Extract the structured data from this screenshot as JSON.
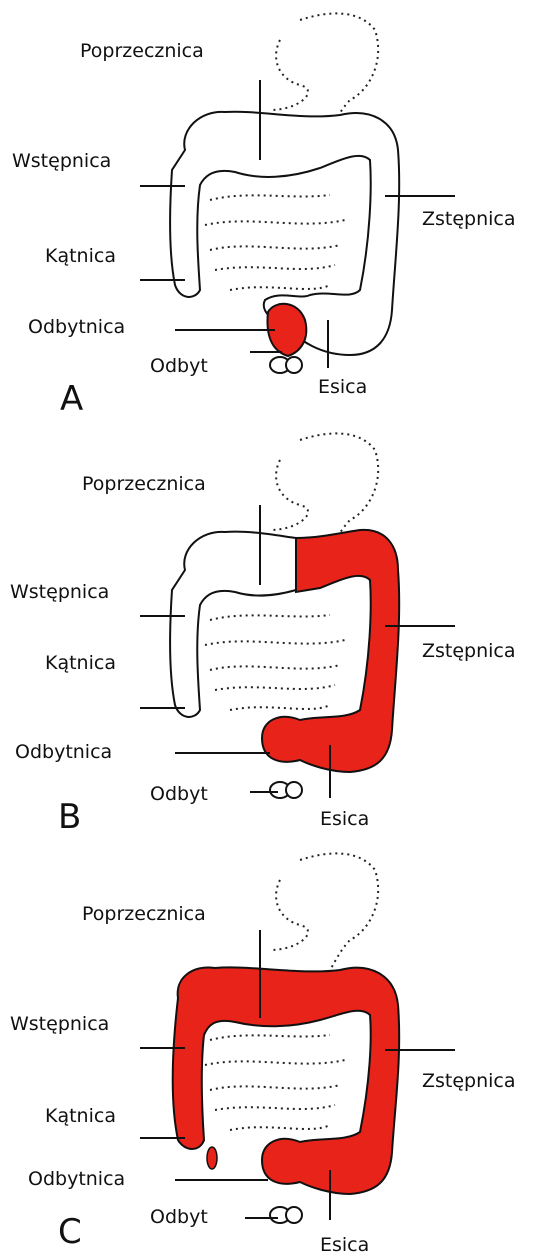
{
  "labels": {
    "transverse": "Poprzecznica",
    "ascending": "Wstępnica",
    "descending": "Zstępnica",
    "cecum": "Kątnica",
    "rectum": "Odbytnica",
    "anus": "Odbyt",
    "sigmoid": "Esica"
  },
  "panels": [
    {
      "letter": "A",
      "inflamed": [
        "rectum"
      ]
    },
    {
      "letter": "B",
      "inflamed": [
        "rectum",
        "sigmoid",
        "descending",
        "transverse-left"
      ]
    },
    {
      "letter": "C",
      "inflamed": [
        "rectum",
        "sigmoid",
        "descending",
        "transverse",
        "ascending",
        "cecum"
      ]
    }
  ],
  "colors": {
    "inflamed": "#e8231a",
    "outline": "#111111"
  }
}
